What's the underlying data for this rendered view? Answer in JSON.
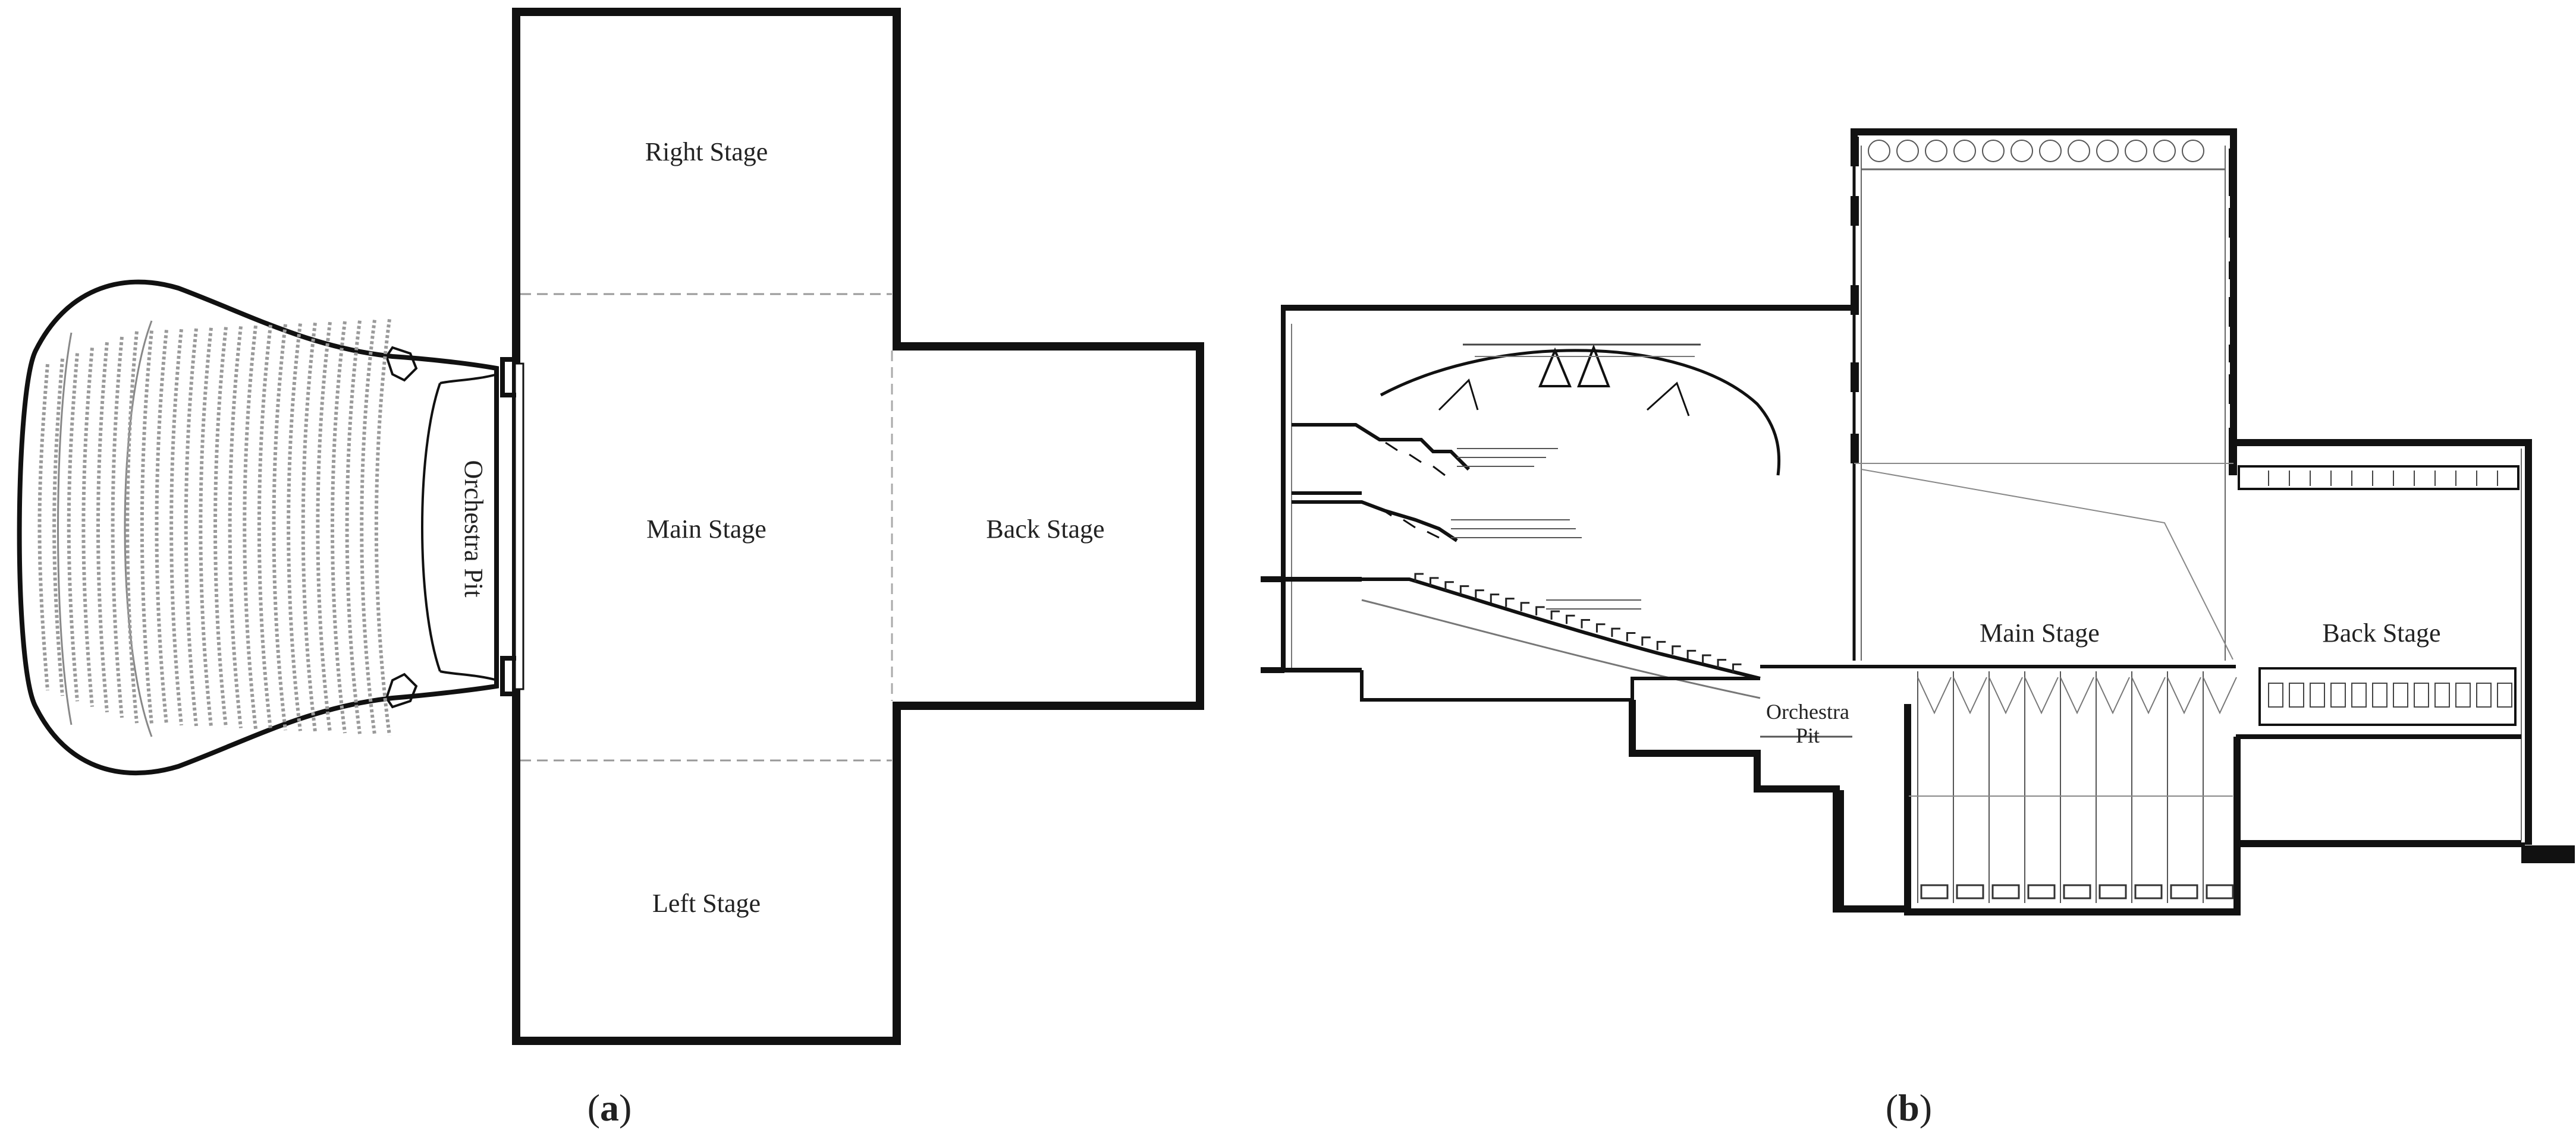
{
  "figure_a": {
    "caption": "a",
    "labels": {
      "right_stage": "Right Stage",
      "main_stage": "Main Stage",
      "back_stage": "Back Stage",
      "left_stage": "Left Stage",
      "orchestra_pit": "Orchestra Pit"
    }
  },
  "figure_b": {
    "caption": "b",
    "labels": {
      "main_stage": "Main Stage",
      "back_stage": "Back Stage",
      "orchestra_pit_line1": "Orchestra",
      "orchestra_pit_line2": "Pit"
    }
  },
  "colors": {
    "ink": "#111111",
    "thin": "#555555",
    "dash": "#999999"
  }
}
